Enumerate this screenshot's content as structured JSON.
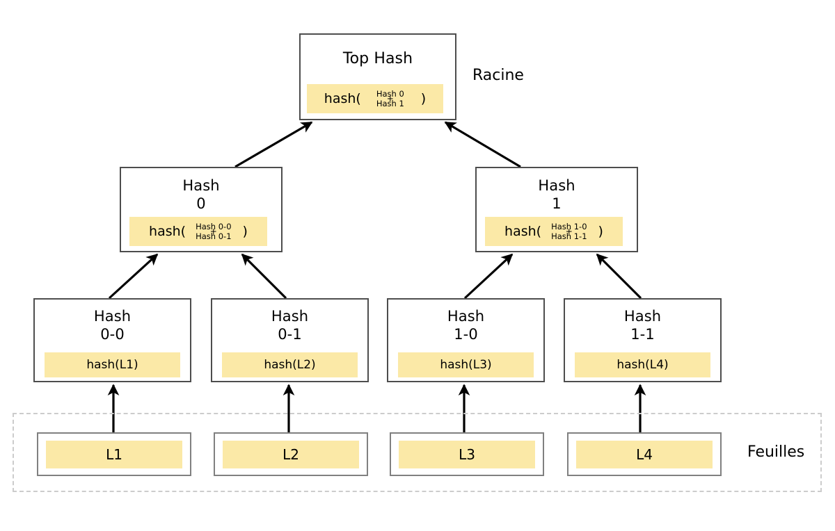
{
  "diagram": {
    "type": "merkle-tree",
    "colors": {
      "box_border": "#4d4d4d",
      "leaf_border": "#808080",
      "inner_fill": "#fbe9a7",
      "dashed_frame": "#cccccc",
      "arrow": "#000000",
      "background": "#ffffff"
    },
    "labels": {
      "root": "Racine",
      "leaves": "Feuilles"
    }
  },
  "root_node": {
    "title": "Top Hash",
    "formula": {
      "open": "hash(",
      "operand_1": "Hash 0",
      "operator": "+",
      "operand_2": "Hash 1",
      "close": ")"
    }
  },
  "mid_nodes": [
    {
      "title": "Hash\n0",
      "formula": {
        "open": "hash(",
        "operand_1": "Hash 0-0",
        "operator": "+",
        "operand_2": "Hash 0-1",
        "close": ")"
      }
    },
    {
      "title": "Hash\n1",
      "formula": {
        "open": "hash(",
        "operand_1": "Hash 1-0",
        "operator": "+",
        "operand_2": "Hash 1-1",
        "close": ")"
      }
    }
  ],
  "leaf_hash_nodes": [
    {
      "title": "Hash\n0-0",
      "formula": "hash(L1)"
    },
    {
      "title": "Hash\n0-1",
      "formula": "hash(L2)"
    },
    {
      "title": "Hash\n1-0",
      "formula": "hash(L3)"
    },
    {
      "title": "Hash\n1-1",
      "formula": "hash(L4)"
    }
  ],
  "leaf_nodes": [
    {
      "label": "L1"
    },
    {
      "label": "L2"
    },
    {
      "label": "L3"
    },
    {
      "label": "L4"
    }
  ]
}
